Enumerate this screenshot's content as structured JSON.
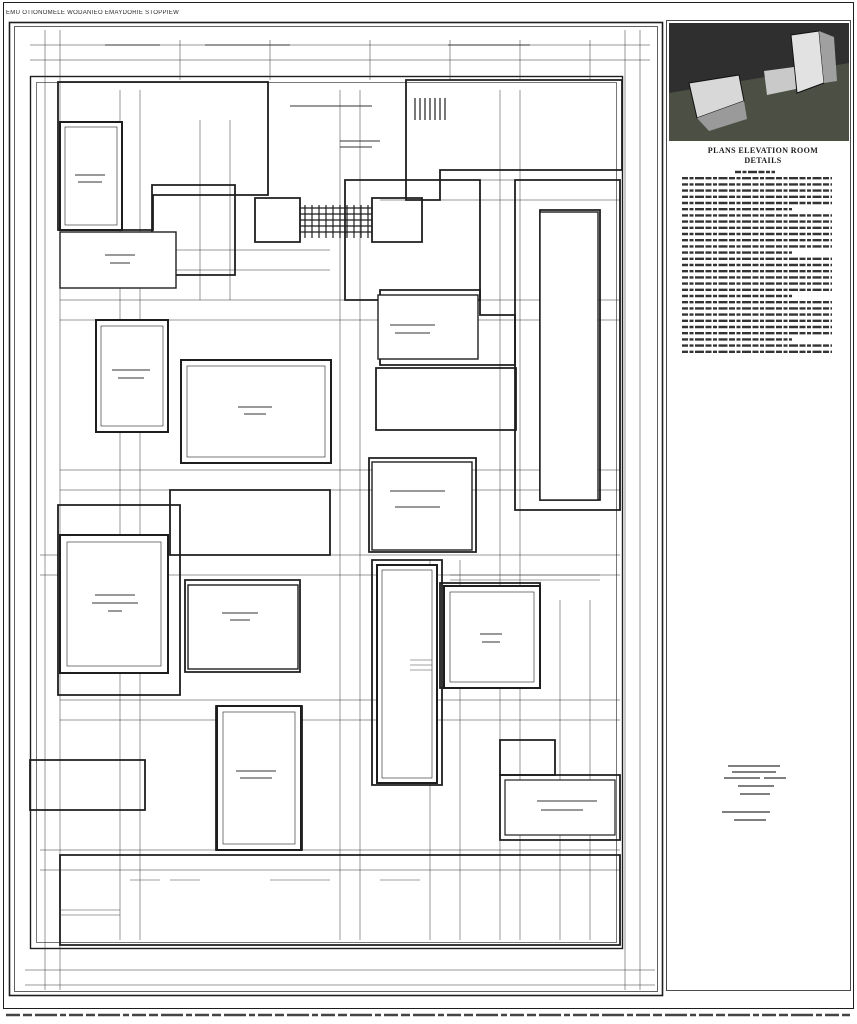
{
  "header_text": "EMU OTIONOMELE WODANIEO EMAYDORIE STOPPIEW",
  "caption": "PLANS ELEVATION ROOM DETAILS",
  "body_text": "",
  "footer_text": "",
  "rooms": [
    {
      "id": "r1",
      "label": ""
    },
    {
      "id": "r2",
      "label": ""
    },
    {
      "id": "r3",
      "label": ""
    },
    {
      "id": "r4",
      "label": ""
    },
    {
      "id": "r5",
      "label": ""
    },
    {
      "id": "r6",
      "label": ""
    },
    {
      "id": "r7",
      "label": ""
    },
    {
      "id": "r8",
      "label": ""
    },
    {
      "id": "r9",
      "label": ""
    },
    {
      "id": "r10",
      "label": ""
    },
    {
      "id": "r11",
      "label": ""
    },
    {
      "id": "r12",
      "label": ""
    },
    {
      "id": "r13",
      "label": ""
    }
  ],
  "colors": {
    "ink": "#1e1e1e",
    "paper": "#ffffff",
    "photo_bg": "#3a3a3a",
    "photo_grass": "#4b4f44"
  }
}
